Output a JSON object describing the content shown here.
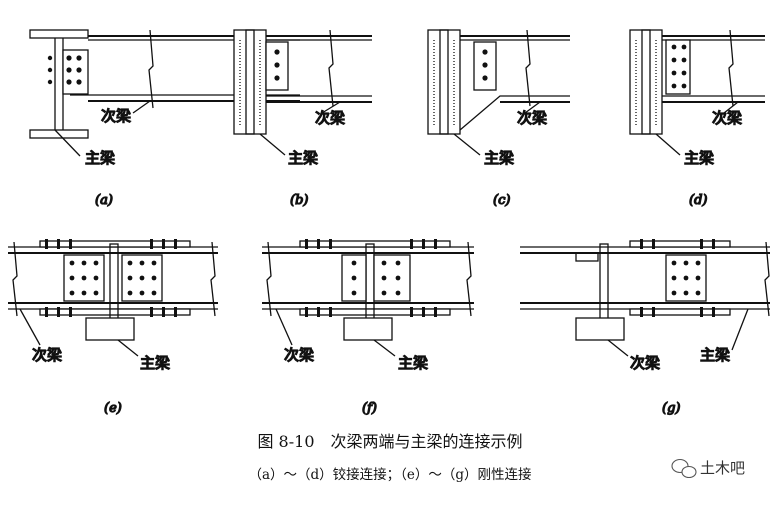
{
  "labels": {
    "secondary_beam": "次梁",
    "main_beam": "主梁"
  },
  "subfigures": [
    "(a)",
    "(b)",
    "(c)",
    "(d)",
    "(e)",
    "(f)",
    "(g)"
  ],
  "caption": {
    "title": "图 8-10　次梁两端与主梁的连接示例",
    "subtitle": "（a）～（d）铰接连接；（e）～（g）刚性连接"
  },
  "watermark": {
    "text": "土木吧",
    "icon": "wechat-icon"
  }
}
